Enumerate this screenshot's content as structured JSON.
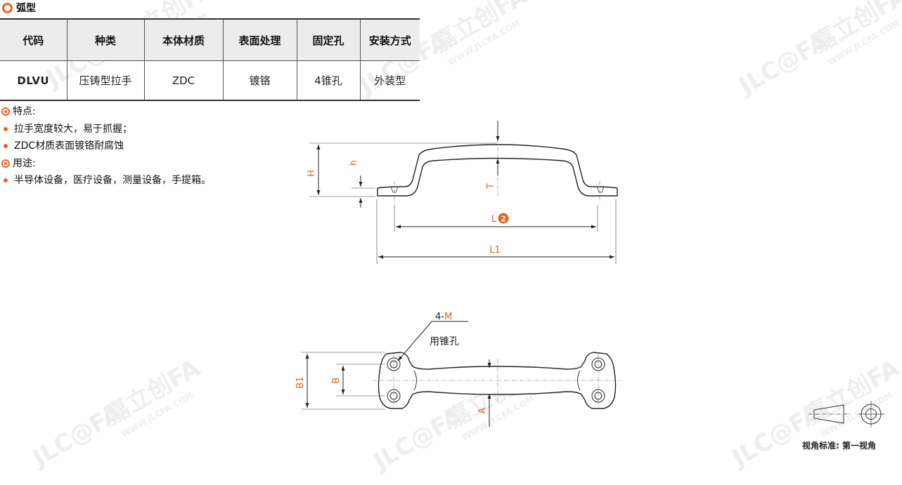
{
  "section": {
    "title": "弧型"
  },
  "table": {
    "headers": [
      "代码",
      "种类",
      "本体材质",
      "表面处理",
      "固定孔",
      "安装方式"
    ],
    "row": [
      "DLVU",
      "压铸型拉手",
      "ZDC",
      "镀铬",
      "4锥孔",
      "外装型"
    ]
  },
  "features": {
    "title": "特点:",
    "items": [
      "拉手宽度较大，易于抓握；",
      "ZDC材质表面镀铬耐腐蚀"
    ]
  },
  "usage": {
    "title": "用途:",
    "items": [
      "半导体设备，医疗设备，测量设备，手提箱。"
    ]
  },
  "side_view": {
    "H": "H",
    "h": "h",
    "T": "T",
    "L": "L",
    "L_badge": "2",
    "L1": "L1"
  },
  "top_view": {
    "hole_callout_prefix": "4-",
    "hole_callout_var": "M",
    "hole_note": "用锥孔",
    "B1": "B1",
    "B": "B",
    "A": "A"
  },
  "projection": {
    "label": "视角标准: 第一视角"
  },
  "watermark": {
    "brand": "嘉立创FA",
    "logo": "JLC@FA",
    "url": "WWW.JLCFA.COM"
  },
  "colors": {
    "accent": "#e8641e",
    "code": "#1f5f8b",
    "header_bg": "#ececec"
  }
}
